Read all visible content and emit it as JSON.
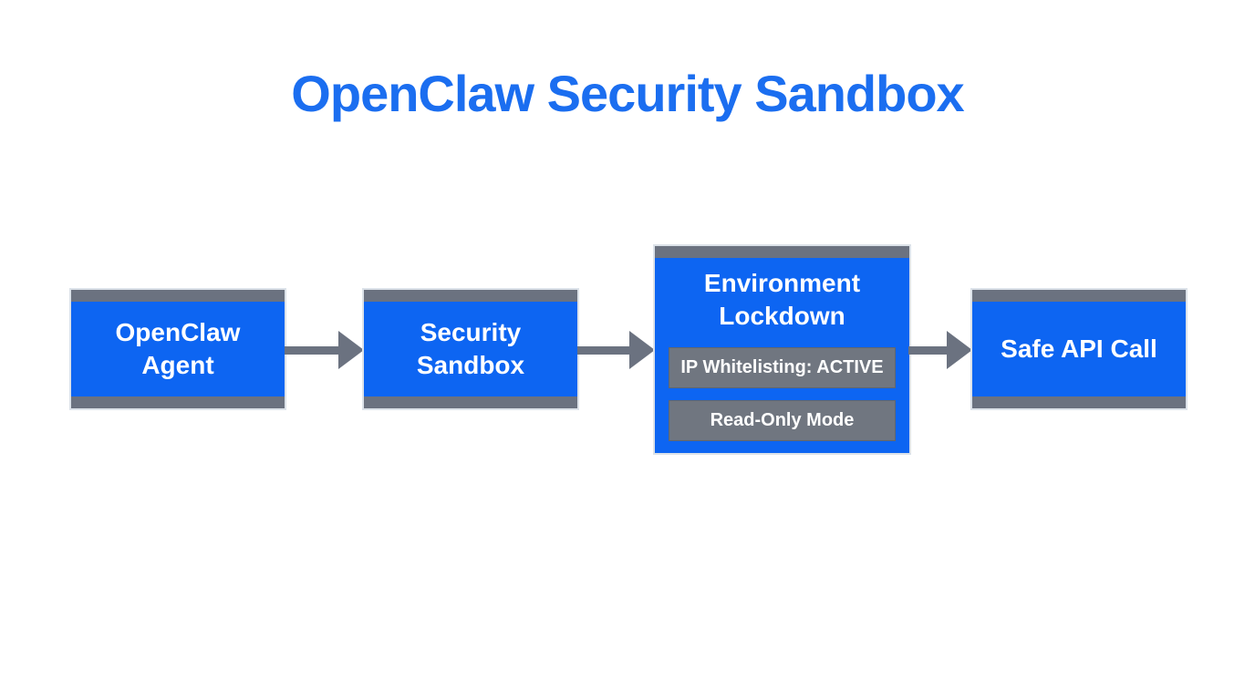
{
  "title": "OpenClaw Security Sandbox",
  "colors": {
    "title_blue": "#1b6ef0",
    "node_blue": "#0d65f2",
    "cap_gray": "#6b7280",
    "badge_gray": "#707680",
    "arrow_gray": "#6b7280",
    "node_text": "#ffffff",
    "background": "#ffffff"
  },
  "diagram": {
    "nodes": [
      {
        "id": "openclaw-agent",
        "lines": [
          "OpenClaw",
          "Agent"
        ]
      },
      {
        "id": "security-sandbox",
        "lines": [
          "Security",
          "Sandbox"
        ]
      },
      {
        "id": "environment-lockdown",
        "lines": [
          "Environment",
          "Lockdown"
        ],
        "badges": [
          "IP Whitelisting: ACTIVE",
          "Read-Only Mode"
        ]
      },
      {
        "id": "safe-api-call",
        "lines": [
          "Safe API Call"
        ]
      }
    ]
  }
}
